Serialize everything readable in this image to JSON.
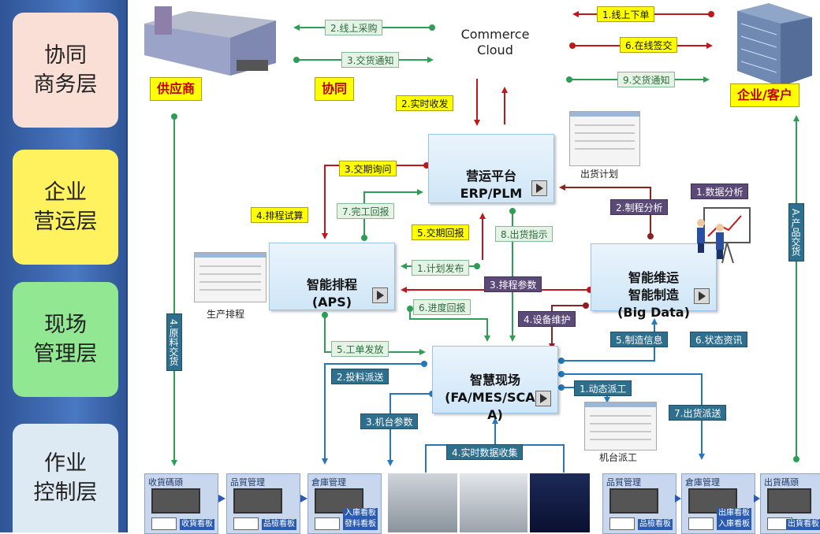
{
  "layers": [
    {
      "label": "协同\n商务层",
      "color": "#f9dfd6"
    },
    {
      "label": "企业\n营运层",
      "color": "#fff25e"
    },
    {
      "label": "现场\n管理层",
      "color": "#92e792"
    },
    {
      "label": "作业\n控制层",
      "color": "#dde9f3"
    }
  ],
  "parties": {
    "supplier": "供应商",
    "collab": "协同",
    "customer": "企业/客户",
    "commerce_cloud": "Commerce\nCloud"
  },
  "boxes": {
    "erp": "营运平台\nERP/PLM",
    "aps": "智能排程\n(APS)",
    "bigdata": "智能维运\n智能制造\n(Big Data)",
    "mes": "智慧现场\n(FA/MES/SCAD\nA)"
  },
  "captions": {
    "shipping_plan": "出货计划",
    "production_schedule": "生产排程",
    "machine_dispatch": "机台派工"
  },
  "labels": {
    "online_order": "1.线上下单",
    "online_purchase": "2.线上采购",
    "online_sign": "6.在线签交",
    "delivery_notice_3": "3.交货通知",
    "delivery_notice_9": "9.交货通知",
    "realtime_receipt": "2.实时收发",
    "delivery_inquiry": "3.交期询问",
    "schedule_trial": "4.排程试算",
    "completion_report": "7.完工回报",
    "delivery_reply": "5.交期回报",
    "shipping_instruction": "8.出货指示",
    "data_analysis": "1.数据分析",
    "process_analysis": "2.制程分析",
    "plan_release": "1.计划发布",
    "schedule_params": "3.排程参数",
    "progress_report": "6.进度回报",
    "equipment_maint": "4.设备维护",
    "manufacturing_info": "5.制造信息",
    "status_info": "6.状态资讯",
    "work_order": "5.工单发放",
    "material_dispatch": "2.投料派送",
    "dynamic_dispatch": "1.动态派工",
    "machine_params": "3.机台参数",
    "shipping_dispatch": "7.出货派送",
    "realtime_collect": "4.实时数据收集",
    "raw_material": "4.原料交货",
    "product_delivery": "A.产品交货"
  },
  "boards": {
    "receiving": "收貨碼頭",
    "quality_1": "品質管理",
    "warehouse_1": "倉庫管理",
    "quality_2": "品質管理",
    "warehouse_2": "倉庫管理",
    "shipping": "出貨碼頭",
    "receiving_board": "收貨看板",
    "inspection_board_1": "品檢看板",
    "storage_board": "入庫看板",
    "feeding_board": "發料看板",
    "inspection_board_2": "品檢看板",
    "outbound_board": "出庫看板",
    "inbound_board": "入庫看板",
    "shipping_board": "出貨看板"
  },
  "colors": {
    "red": "#c0161c",
    "green": "#2e9e55",
    "blue": "#2677b8",
    "dark_red": "#8b2323"
  }
}
